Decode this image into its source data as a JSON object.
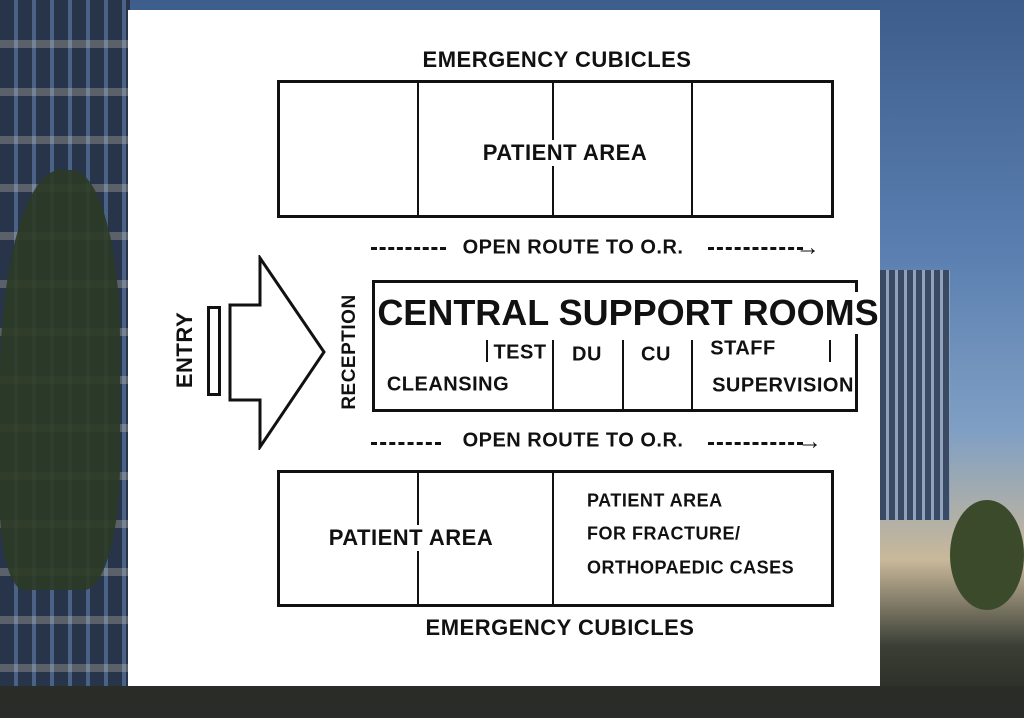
{
  "diagram": {
    "top_label": "EMERGENCY CUBICLES",
    "bottom_label": "EMERGENCY CUBICLES",
    "top_patient_area": "PATIENT AREA",
    "route_top": "OPEN ROUTE TO O.R.",
    "route_bottom": "OPEN ROUTE TO O.R.",
    "entry": "ENTRY",
    "reception": "RECEPTION",
    "central_title": "CENTRAL SUPPORT ROOMS",
    "rooms": {
      "test": "TEST",
      "du": "DU",
      "cu": "CU",
      "staff": "STAFF",
      "cleansing": "CLEANSING",
      "supervision": "SUPERVISION"
    },
    "bottom_patient_area": "PATIENT AREA",
    "fracture_area": [
      "PATIENT AREA",
      "FOR FRACTURE/",
      "ORTHOPAEDIC CASES"
    ]
  }
}
